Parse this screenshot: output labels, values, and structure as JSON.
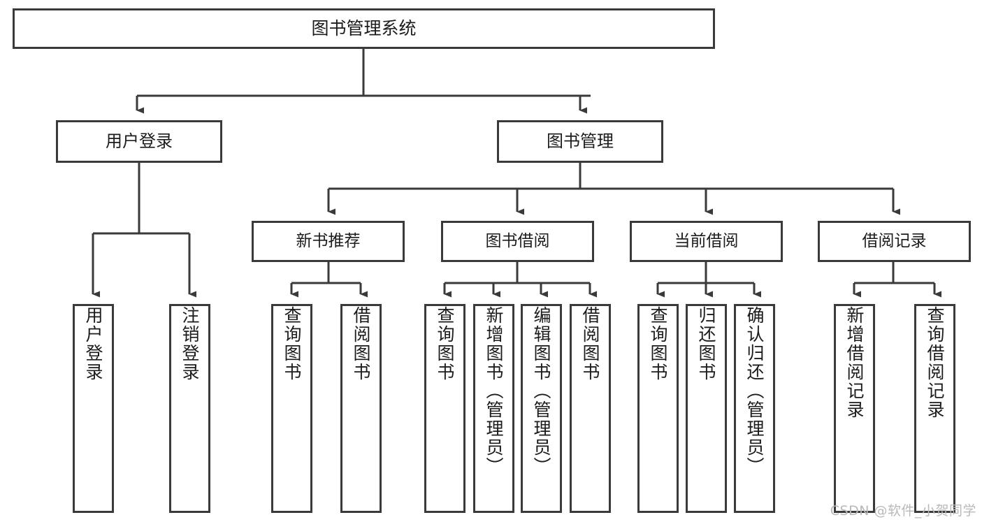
{
  "diagram": {
    "type": "tree",
    "title": "图书管理系统",
    "watermark": "CSDN @软件_小贺同学",
    "colors": {
      "box_border": "#3a3a3a",
      "box_fill": "#ffffff",
      "connector": "#3a3a3a",
      "text": "#1c1c1c",
      "watermark": "#b9b9b9",
      "background": "#ffffff"
    },
    "root": {
      "label": "图书管理系统"
    },
    "level2": [
      {
        "label": "用户登录"
      },
      {
        "label": "图书管理"
      }
    ],
    "level3": [
      {
        "label": "新书推荐"
      },
      {
        "label": "图书借阅"
      },
      {
        "label": "当前借阅"
      },
      {
        "label": "借阅记录"
      }
    ],
    "leaves": {
      "user_login": [
        {
          "label": "用户登录"
        },
        {
          "label": "注销登录"
        }
      ],
      "new_book_recommend": [
        {
          "label": "查询图书"
        },
        {
          "label": "借阅图书"
        }
      ],
      "book_borrow": [
        {
          "label": "查询图书"
        },
        {
          "label": "新增图书（管理员）"
        },
        {
          "label": "编辑图书（管理员）"
        },
        {
          "label": "借阅图书"
        }
      ],
      "current_borrow": [
        {
          "label": "查询图书"
        },
        {
          "label": "归还图书"
        },
        {
          "label": "确认归还（管理员）"
        }
      ],
      "borrow_record": [
        {
          "label": "新增借阅记录"
        },
        {
          "label": "查询借阅记录"
        }
      ]
    }
  }
}
